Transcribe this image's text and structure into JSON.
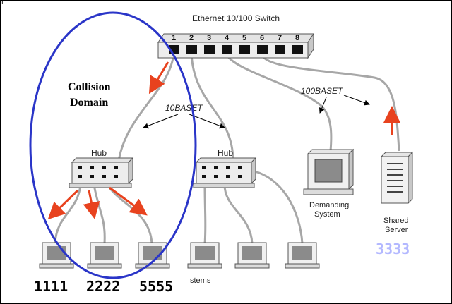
{
  "corner_mark": "I",
  "switch_label": "Ethernet 10/100 Switch",
  "port_numbers": [
    "1",
    "2",
    "3",
    "4",
    "5",
    "6",
    "7",
    "8"
  ],
  "collision_domain": [
    "Collision",
    "Domain"
  ],
  "label_10baset": "10BASET",
  "label_100baset": "100BASET",
  "hub_left_label": "Hub",
  "hub_right_label": "Hub",
  "demanding_system": [
    "Demanding",
    "System"
  ],
  "shared_server": [
    "Shared",
    "Server"
  ],
  "number_labels": [
    "1111",
    "2222",
    "5555"
  ],
  "systems_fragment": "stems",
  "server_number": "3333",
  "colors": {
    "ellipse": "#2a35c8",
    "arrow_red": "#e8421e",
    "cable": "#a7a7a7",
    "server_number": "#b3b8ff"
  }
}
